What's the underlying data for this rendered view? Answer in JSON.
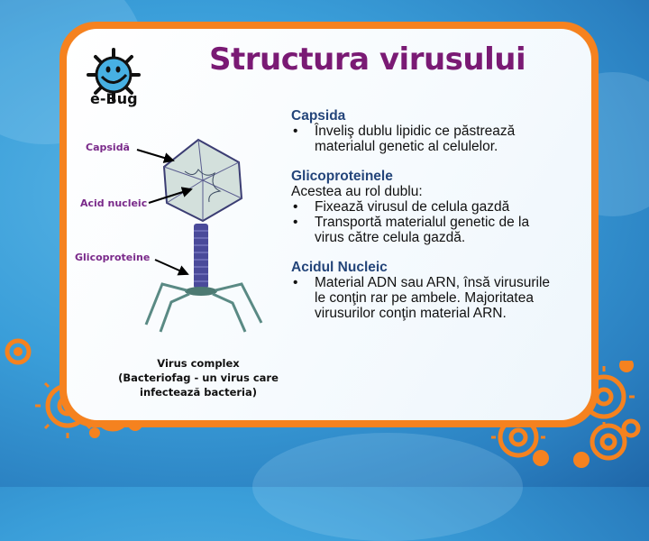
{
  "slide": {
    "title": "Structura virusului",
    "logo_text": "e-Bug",
    "colors": {
      "title": "#7a1a74",
      "heading": "#24457a",
      "frame": "#f5821f",
      "label": "#7a2a8a",
      "background": "#3a9ed9"
    }
  },
  "diagram": {
    "labels": {
      "capsid": "Capsidă",
      "nucleic_acid": "Acid nucleic",
      "glycoproteins": "Glicoproteine"
    },
    "caption": {
      "line1": "Virus complex",
      "line2": "(Bacteriofag - un virus care",
      "line3": "infectează bacteria)"
    }
  },
  "content": {
    "sections": [
      {
        "heading": "Capsida",
        "intro": null,
        "bullets": [
          "Înveliş dublu lipidic ce păstrează materialul genetic al celulelor."
        ]
      },
      {
        "heading": "Glicoproteinele",
        "intro": "Acestea au rol dublu:",
        "bullets": [
          "Fixează virusul de celula gazdă",
          "Transportă materialul genetic de la virus către celula gazdă."
        ]
      },
      {
        "heading": "Acidul Nucleic",
        "intro": null,
        "bullets": [
          "Material ADN sau ARN, însă virusurile le conţin rar pe ambele. Majoritatea virusurilor conţin material ARN."
        ]
      }
    ]
  }
}
